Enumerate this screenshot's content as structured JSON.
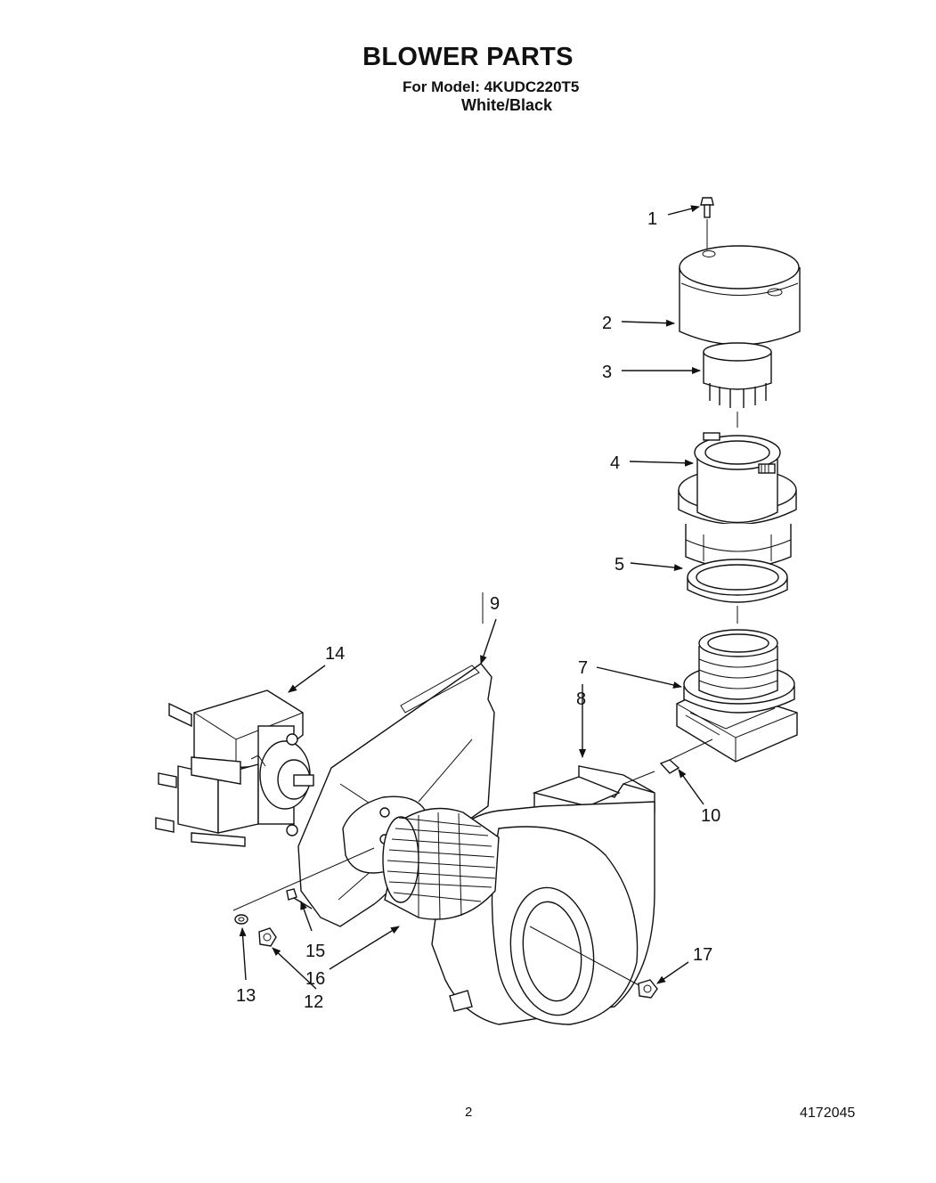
{
  "header": {
    "title": "BLOWER PARTS",
    "model_line": "For Model: 4KUDC220T5",
    "color_line": "White/Black"
  },
  "callouts": {
    "c1": "1",
    "c2": "2",
    "c3": "3",
    "c4": "4",
    "c5": "5",
    "c7": "7",
    "c8": "8",
    "c9": "9",
    "c10": "10",
    "c12": "12",
    "c13": "13",
    "c14": "14",
    "c15": "15",
    "c16": "16",
    "c17": "17"
  },
  "footer": {
    "page_number": "2",
    "document_number": "4172045"
  }
}
